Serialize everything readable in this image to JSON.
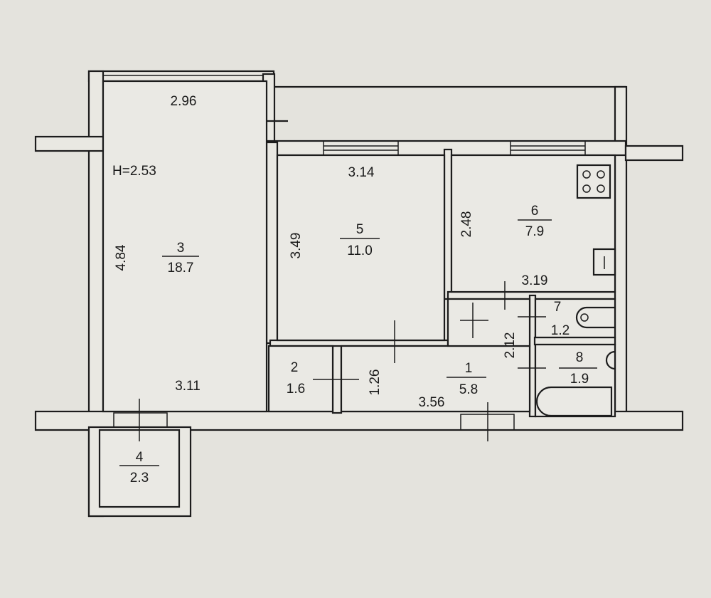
{
  "plan": {
    "ceiling_height": "H=2.53",
    "rooms": [
      {
        "number": "1",
        "area": "5.8"
      },
      {
        "number": "2",
        "area": "1.6"
      },
      {
        "number": "3",
        "area": "18.7"
      },
      {
        "number": "4",
        "area": "2.3"
      },
      {
        "number": "5",
        "area": "11.0"
      },
      {
        "number": "6",
        "area": "7.9"
      },
      {
        "number": "7",
        "area": "1.2"
      },
      {
        "number": "8",
        "area": "1.9"
      }
    ],
    "dimensions": {
      "room3_top": "2.96",
      "room3_side": "4.84",
      "room3_bottom": "3.11",
      "room5_top": "3.14",
      "room5_side": "3.49",
      "room6_side": "2.48",
      "room6_bottom": "3.19",
      "room1_side": "2.12",
      "room1_bottom": "3.56",
      "room2_side": "1.26"
    }
  }
}
